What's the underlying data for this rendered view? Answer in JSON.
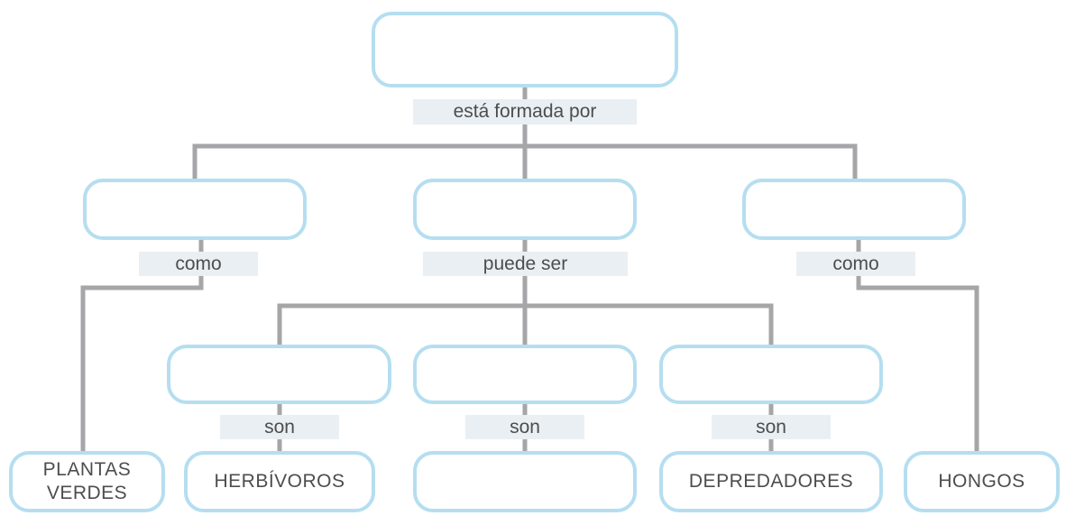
{
  "colors": {
    "connector": "#a6a6a8",
    "box_border": "#b5def0",
    "label_bg": "#e9eff3",
    "text": "#4d4d4d"
  },
  "boxes": {
    "root": "",
    "level1_left": "",
    "level1_center": "",
    "level1_right": "",
    "level2_left": "",
    "level2_center": "",
    "level2_right": "",
    "leaf_plantas": "PLANTAS\nVERDES",
    "leaf_herbivoros": "HERBÍVOROS",
    "leaf_center": "",
    "leaf_depredadores": "DEPREDADORES",
    "leaf_hongos": "HONGOS"
  },
  "labels": {
    "root_link": "está formada por",
    "left_link": "como",
    "center_link": "puede ser",
    "right_link": "como",
    "son_left": "son",
    "son_center": "son",
    "son_right": "son"
  }
}
